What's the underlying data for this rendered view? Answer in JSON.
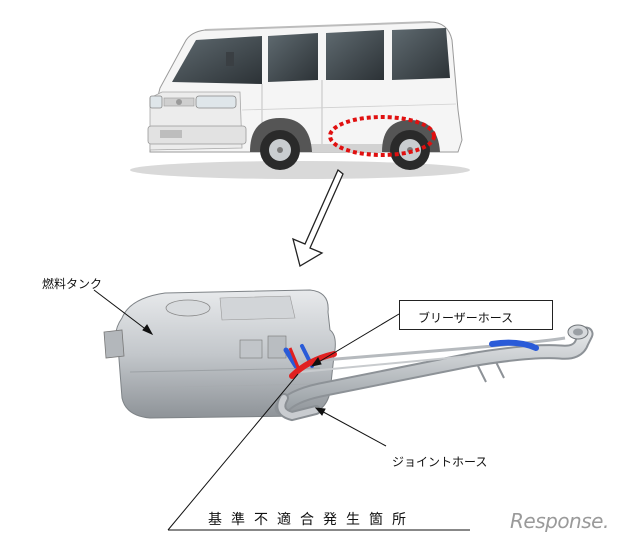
{
  "labels": {
    "fuel_tank": "燃料タンク",
    "breather_hose": "ブリーザーホース",
    "joint_hose": "ジョイントホース",
    "nonconformity_location": "基準不適合発生箇所"
  },
  "watermark": "Response.",
  "colors": {
    "highlight_dotted": "#e01010",
    "hose_blue": "#2a5bd8",
    "hose_red": "#e02020",
    "tank_metal": "#c4c8cc",
    "van_body": "#f4f4f4"
  }
}
